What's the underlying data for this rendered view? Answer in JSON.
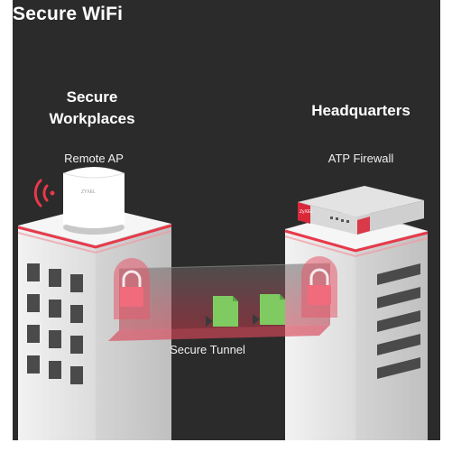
{
  "title": "Secure WiFi",
  "left_group": {
    "title_line1": "Secure",
    "title_line2": "Workplaces",
    "device_label": "Remote AP",
    "device_brand": "ZYXEL"
  },
  "right_group": {
    "title": "Headquarters",
    "device_label": "ATP Firewall",
    "device_brand": "ZyXEL"
  },
  "tunnel": {
    "label": "Secure Tunnel"
  },
  "colors": {
    "background": "#2b2b2b",
    "accent_red": "#e8394a",
    "lock": "#e55a6b",
    "file": "#7fcb62",
    "building": "#e9e9e9"
  },
  "icons": {
    "wifi": "wifi-signal-icon",
    "lock": "padlock-icon",
    "file": "document-icon"
  }
}
